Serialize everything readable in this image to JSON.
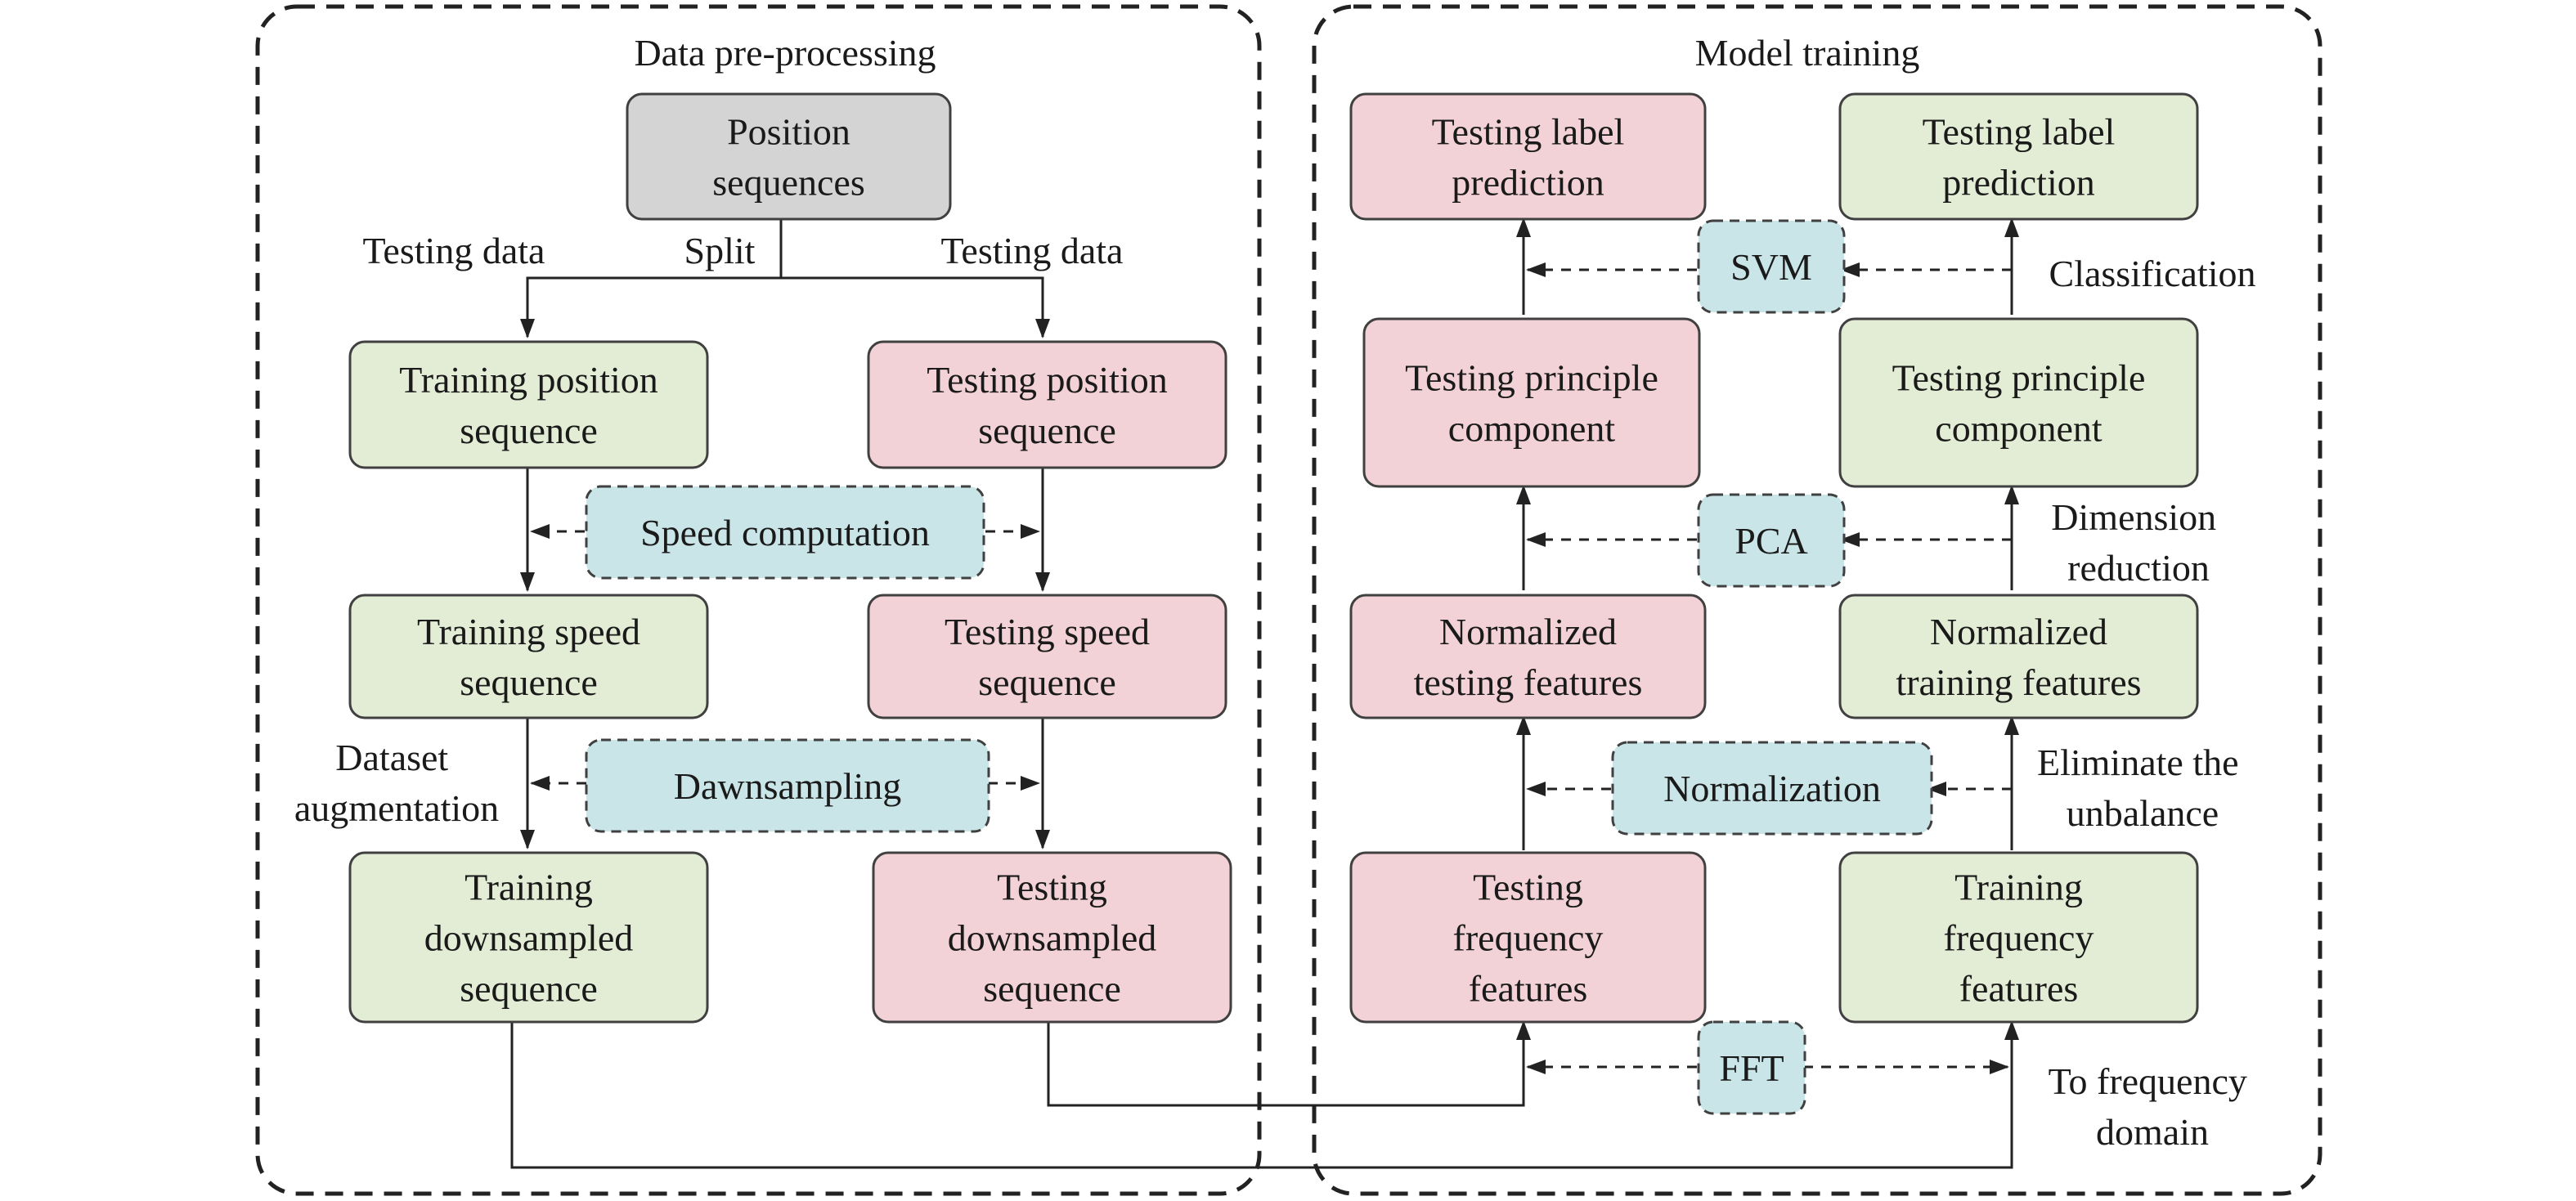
{
  "panels": {
    "preprocessing": {
      "title": "Data pre-processing"
    },
    "training": {
      "title": "Model training"
    }
  },
  "nodes": {
    "position_sequences": {
      "lines": [
        "Position",
        "sequences"
      ],
      "kind": "source"
    },
    "training_position_sequence": {
      "lines": [
        "Training position",
        "sequence"
      ],
      "kind": "train"
    },
    "testing_position_sequence": {
      "lines": [
        "Testing position",
        "sequence"
      ],
      "kind": "test"
    },
    "speed_computation": {
      "lines": [
        "Speed computation"
      ],
      "kind": "process"
    },
    "training_speed_sequence": {
      "lines": [
        "Training speed",
        "sequence"
      ],
      "kind": "train"
    },
    "testing_speed_sequence": {
      "lines": [
        "Testing speed",
        "sequence"
      ],
      "kind": "test"
    },
    "dawnsampling": {
      "lines": [
        "Dawnsampling"
      ],
      "kind": "process"
    },
    "training_downsampled_sequence": {
      "lines": [
        "Training",
        "downsampled",
        "sequence"
      ],
      "kind": "train"
    },
    "testing_downsampled_sequence": {
      "lines": [
        "Testing",
        "downsampled",
        "sequence"
      ],
      "kind": "test"
    },
    "testing_label_prediction_left": {
      "lines": [
        "Testing label",
        "prediction"
      ],
      "kind": "test"
    },
    "testing_label_prediction_right": {
      "lines": [
        "Testing label",
        "prediction"
      ],
      "kind": "train"
    },
    "svm": {
      "lines": [
        "SVM"
      ],
      "kind": "process"
    },
    "testing_principle_component_left": {
      "lines": [
        "Testing principle",
        "component"
      ],
      "kind": "test"
    },
    "testing_principle_component_right": {
      "lines": [
        "Testing principle",
        "component"
      ],
      "kind": "train"
    },
    "pca": {
      "lines": [
        "PCA"
      ],
      "kind": "process"
    },
    "normalized_testing_features": {
      "lines": [
        "Normalized",
        "testing features"
      ],
      "kind": "test"
    },
    "normalized_training_features": {
      "lines": [
        "Normalized",
        "training features"
      ],
      "kind": "train"
    },
    "normalization": {
      "lines": [
        "Normalization"
      ],
      "kind": "process"
    },
    "testing_frequency_features": {
      "lines": [
        "Testing",
        "frequency",
        "features"
      ],
      "kind": "test"
    },
    "training_frequency_features": {
      "lines": [
        "Training",
        "frequency",
        "features"
      ],
      "kind": "train"
    },
    "fft": {
      "lines": [
        "FFT"
      ],
      "kind": "process"
    }
  },
  "labels": {
    "testing_data_left": "Testing data",
    "split": "Split",
    "testing_data_right": "Testing data",
    "dataset_augmentation": [
      "Dataset",
      "augmentation"
    ],
    "classification": "Classification",
    "dimension_reduction": [
      "Dimension",
      "reduction"
    ],
    "eliminate_unbalance": [
      "Eliminate the",
      "unbalance"
    ],
    "to_frequency_domain": [
      "To frequency",
      "domain"
    ]
  },
  "colors": {
    "source_fill": "#d4d4d4",
    "train_fill": "#e3ecd4",
    "test_fill": "#f2d2d6",
    "process_fill": "#c9e5e8",
    "stroke": "#404040",
    "line": "#222222"
  }
}
